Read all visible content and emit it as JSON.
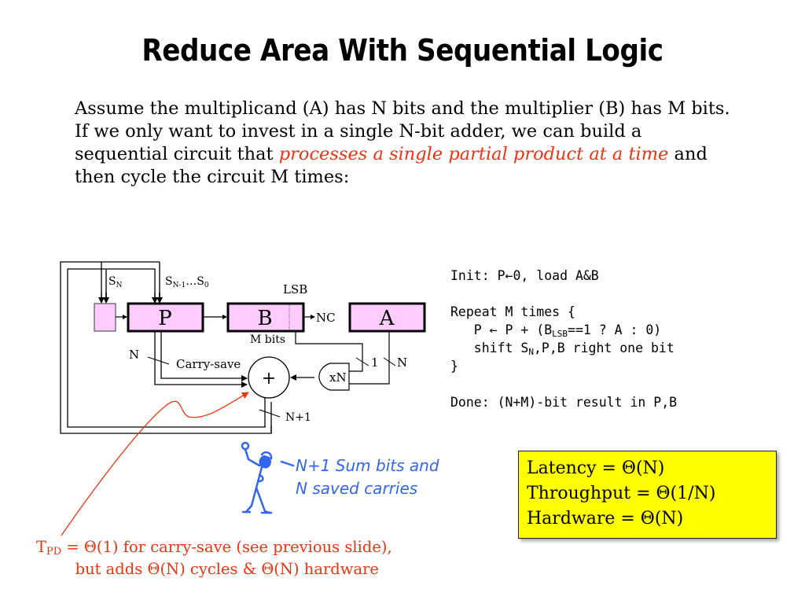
{
  "slide": {
    "title": "Reduce Area With Sequential Logic",
    "intro": {
      "part1": "Assume the multiplicand (A) has N bits and the multiplier (B) has M bits.  If we only want to invest in a single N-bit adder, we can build a sequential circuit that ",
      "highlight": "processes a single partial product at a time",
      "part2": " and then cycle the circuit M times:"
    },
    "colors": {
      "register_fill": "#ffccff",
      "highlight": "#ee3311",
      "note": "#3366ee",
      "box_fill": "#ffff00"
    }
  },
  "diagram": {
    "registers": {
      "sn_register": "",
      "p_register": "P",
      "b_register": "B",
      "a_register": "A"
    },
    "labels": {
      "sn": "S",
      "sn_sub": "N",
      "s_range_a": "S",
      "s_range_a_sub": "N-1",
      "s_range_dots": "…",
      "s_range_b": "S",
      "s_range_b_sub": "0",
      "lsb": "LSB",
      "nc": "NC",
      "m_bits": "M bits",
      "n_left": "N",
      "carry_save": "Carry-save",
      "adder_symbol": "+",
      "and_gate": "xN",
      "one": "1",
      "n_right": "N",
      "n_plus_1": "N+1"
    }
  },
  "algorithm": {
    "line1": "Init: P←0, load A&B",
    "line2": "Repeat M times {",
    "line3_a": "   P ← P + (B",
    "line3_sub": "LSB",
    "line3_b": "==1 ? A : 0)",
    "line4_a": "   shift S",
    "line4_sub": "N",
    "line4_b": ",P,B right one bit",
    "line5": "}",
    "line6": "Done: (N+M)-bit result in P,B"
  },
  "note": {
    "line1": "N+1 Sum bits and",
    "line2": "N saved carries"
  },
  "complexity": {
    "latency": "Latency = Θ(N)",
    "throughput": "Throughput = Θ(1/N)",
    "hardware": "Hardware = Θ(N)"
  },
  "tpd_note": {
    "t": "T",
    "sub": "PD",
    "line1": " = Θ(1) for carry-save (see previous slide),",
    "line2": "        but adds Θ(N) cycles & Θ(N) hardware"
  }
}
